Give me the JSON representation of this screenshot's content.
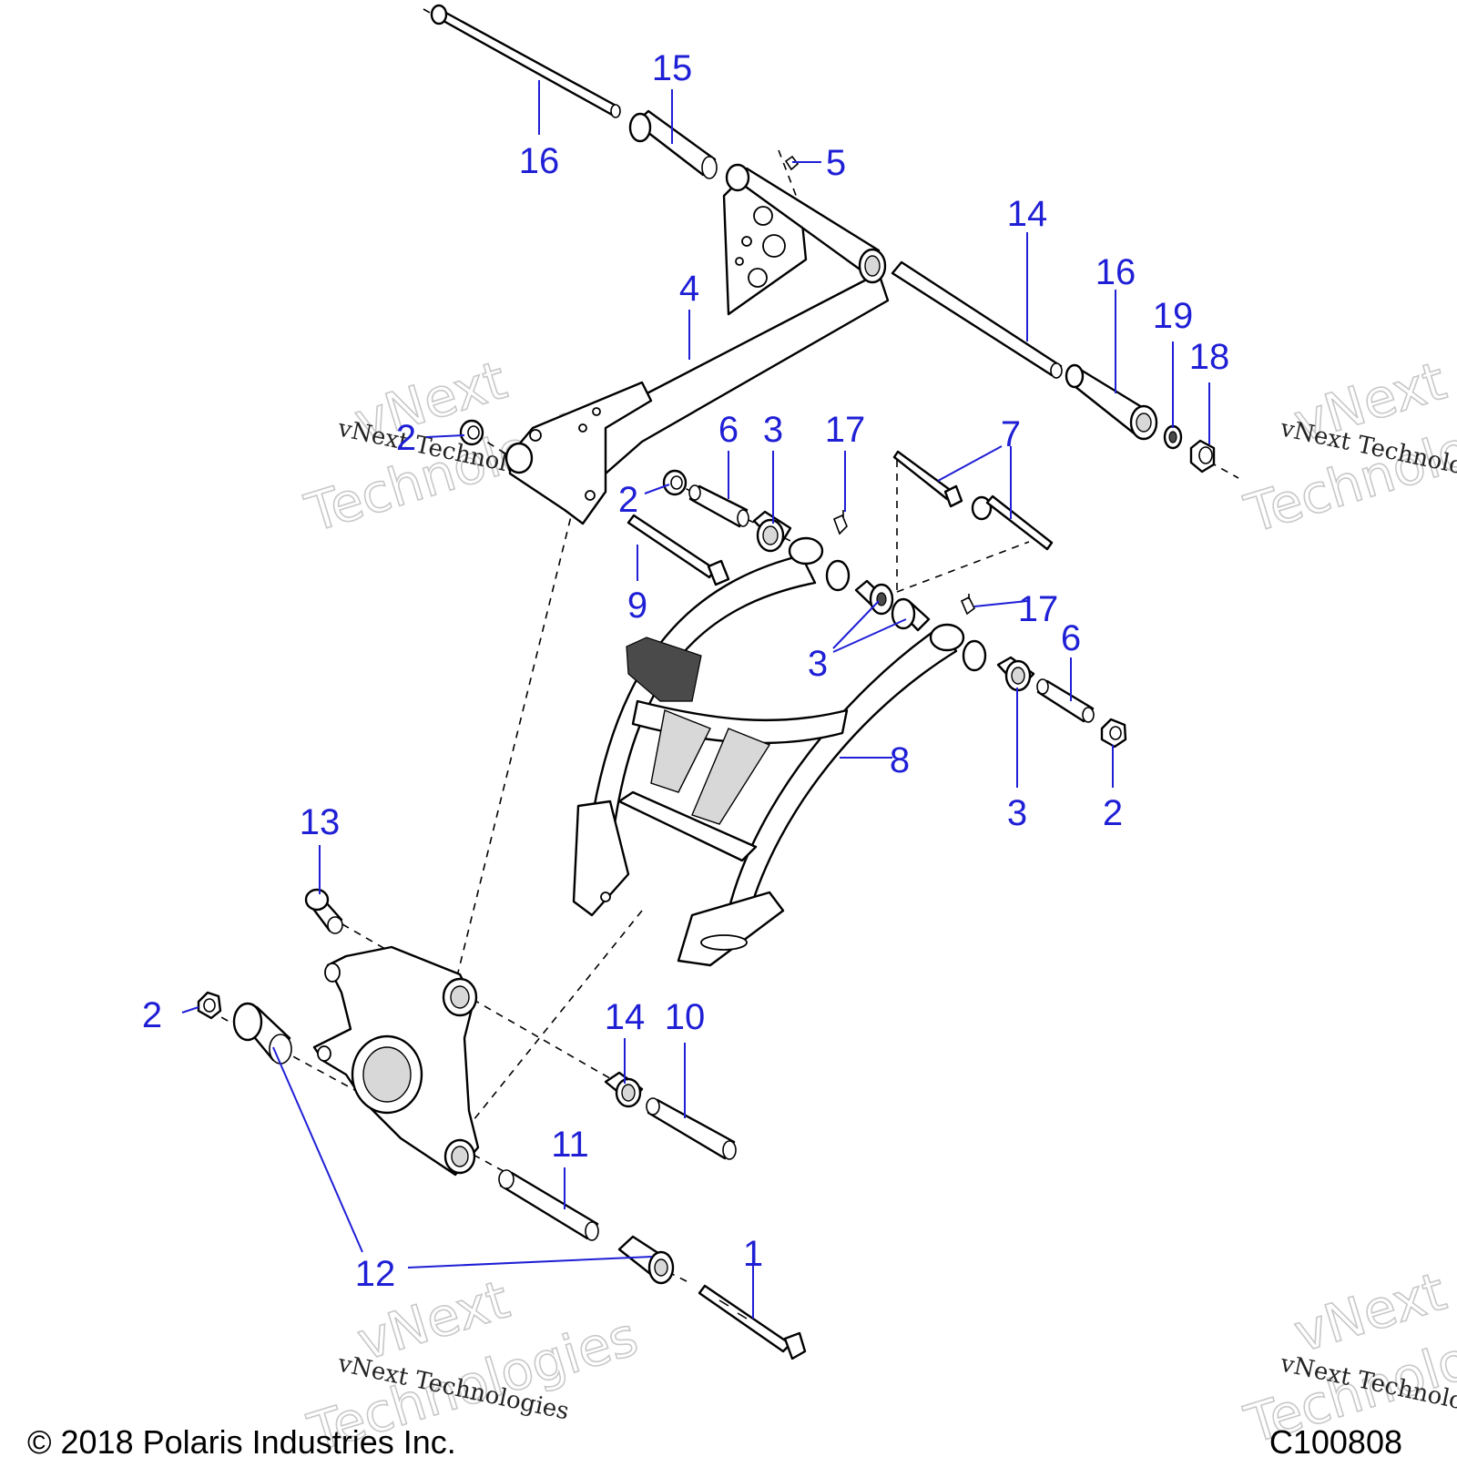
{
  "diagram": {
    "callouts": [
      {
        "id": "c1",
        "text": "1"
      },
      {
        "id": "c2a",
        "text": "2"
      },
      {
        "id": "c2b",
        "text": "2"
      },
      {
        "id": "c2c",
        "text": "2"
      },
      {
        "id": "c2d",
        "text": "2"
      },
      {
        "id": "c3a",
        "text": "3"
      },
      {
        "id": "c3b",
        "text": "3"
      },
      {
        "id": "c3c",
        "text": "3"
      },
      {
        "id": "c4",
        "text": "4"
      },
      {
        "id": "c5",
        "text": "5"
      },
      {
        "id": "c6a",
        "text": "6"
      },
      {
        "id": "c6b",
        "text": "6"
      },
      {
        "id": "c7",
        "text": "7"
      },
      {
        "id": "c8",
        "text": "8"
      },
      {
        "id": "c9",
        "text": "9"
      },
      {
        "id": "c10",
        "text": "10"
      },
      {
        "id": "c11",
        "text": "11"
      },
      {
        "id": "c12",
        "text": "12"
      },
      {
        "id": "c13",
        "text": "13"
      },
      {
        "id": "c14a",
        "text": "14"
      },
      {
        "id": "c14b",
        "text": "14"
      },
      {
        "id": "c15",
        "text": "15"
      },
      {
        "id": "c16a",
        "text": "16"
      },
      {
        "id": "c16b",
        "text": "16"
      },
      {
        "id": "c17a",
        "text": "17"
      },
      {
        "id": "c17b",
        "text": "17"
      },
      {
        "id": "c18",
        "text": "18"
      },
      {
        "id": "c19",
        "text": "19"
      }
    ],
    "watermark": {
      "line1": "vNext",
      "line2": "Technologies",
      "caption": "vNext Technologies"
    },
    "copyright": "© 2018 Polaris Industries Inc.",
    "figure_id": "C100808",
    "colors": {
      "callout": "#1f1fd6",
      "line_art": "#000000",
      "watermark": "#c8c8c8"
    }
  }
}
